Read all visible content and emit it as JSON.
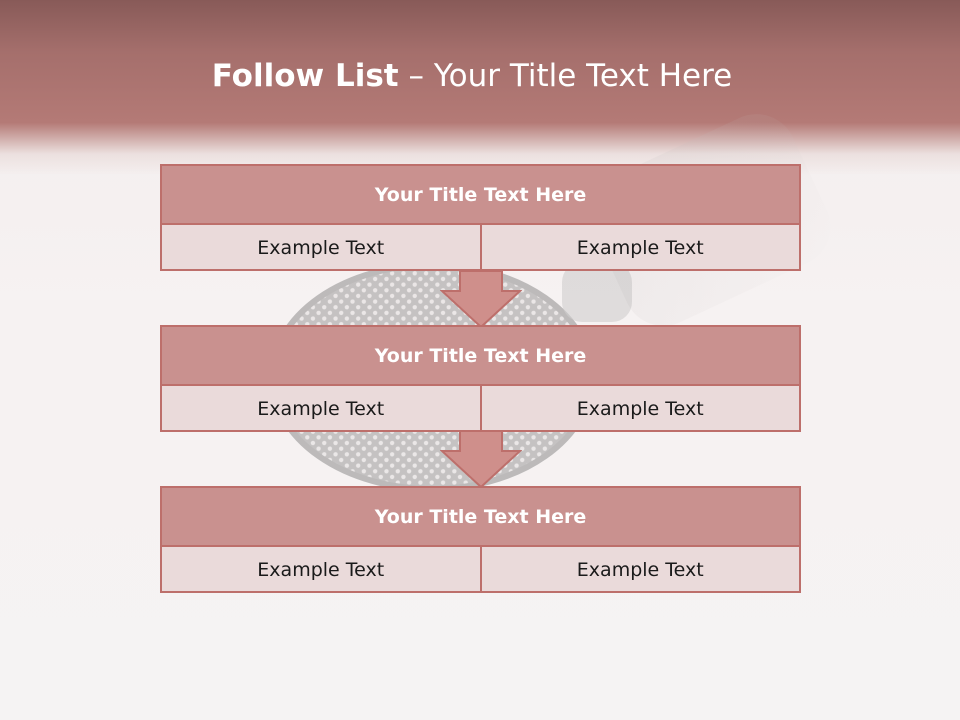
{
  "slide": {
    "title_bold": "Follow List",
    "title_sep": " – ",
    "title_rest": "Your Title Text Here",
    "colors": {
      "header": "#b47a76",
      "box_header": "#c9918f",
      "box_border": "#bd6f6b",
      "box_body": "#eadada",
      "arrow_fill": "#cf8f8b"
    },
    "boxes": [
      {
        "title": "Your Title Text Here",
        "left": "Example Text",
        "right": "Example Text"
      },
      {
        "title": "Your Title Text Here",
        "left": "Example Text",
        "right": "Example Text"
      },
      {
        "title": "Your Title Text Here",
        "left": "Example Text",
        "right": "Example Text"
      }
    ]
  }
}
